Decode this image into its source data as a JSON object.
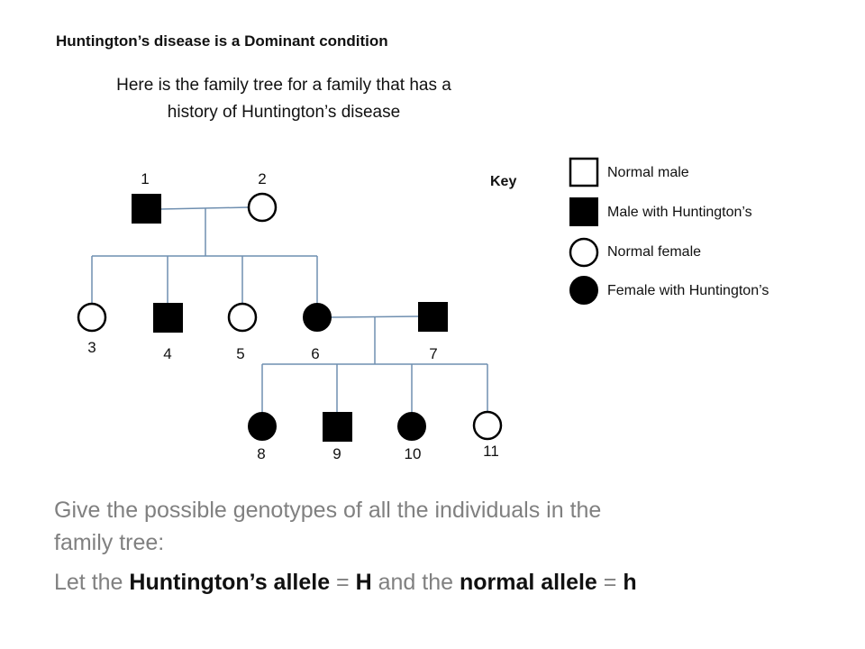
{
  "heading": "Huntington’s disease is a Dominant condition",
  "subtitle": {
    "line1": "Here is the family tree for a family that has a",
    "line2": "history of Huntington’s disease"
  },
  "pedigree": {
    "individuals": [
      {
        "label": "1",
        "sex": "male",
        "affected": true,
        "generation": 1
      },
      {
        "label": "2",
        "sex": "female",
        "affected": false,
        "generation": 1
      },
      {
        "label": "3",
        "sex": "female",
        "affected": false,
        "generation": 2
      },
      {
        "label": "4",
        "sex": "male",
        "affected": true,
        "generation": 2
      },
      {
        "label": "5",
        "sex": "female",
        "affected": false,
        "generation": 2
      },
      {
        "label": "6",
        "sex": "female",
        "affected": true,
        "generation": 2
      },
      {
        "label": "7",
        "sex": "male",
        "affected": true,
        "generation": 2
      },
      {
        "label": "8",
        "sex": "female",
        "affected": true,
        "generation": 3
      },
      {
        "label": "9",
        "sex": "male",
        "affected": true,
        "generation": 3
      },
      {
        "label": "10",
        "sex": "female",
        "affected": true,
        "generation": 3
      },
      {
        "label": "11",
        "sex": "female",
        "affected": false,
        "generation": 3
      }
    ],
    "couples": [
      [
        "1",
        "2"
      ],
      [
        "6",
        "7"
      ]
    ],
    "children": {
      "1-2": [
        "3",
        "4",
        "5",
        "6"
      ],
      "6-7": [
        "8",
        "9",
        "10",
        "11"
      ]
    },
    "line_color": "#6f8fb0"
  },
  "key": {
    "title": "Key",
    "items": [
      {
        "symbol": "square-open",
        "label": "Normal male"
      },
      {
        "symbol": "square-filled",
        "label": "Male with Huntington’s"
      },
      {
        "symbol": "circle-open",
        "label": "Normal female"
      },
      {
        "symbol": "circle-filled",
        "label": "Female with Huntington’s"
      }
    ]
  },
  "question": {
    "line1": "Give the possible genotypes of all the individuals in the",
    "line2": "family tree:"
  },
  "allele_line": {
    "prefix": "Let the ",
    "huntingtons_allele": "Huntington’s allele",
    "eq1": " = ",
    "h_upper": "H",
    "middle": " and the ",
    "normal_allele": "normal allele",
    "eq2": " = ",
    "h_lower": "h"
  }
}
